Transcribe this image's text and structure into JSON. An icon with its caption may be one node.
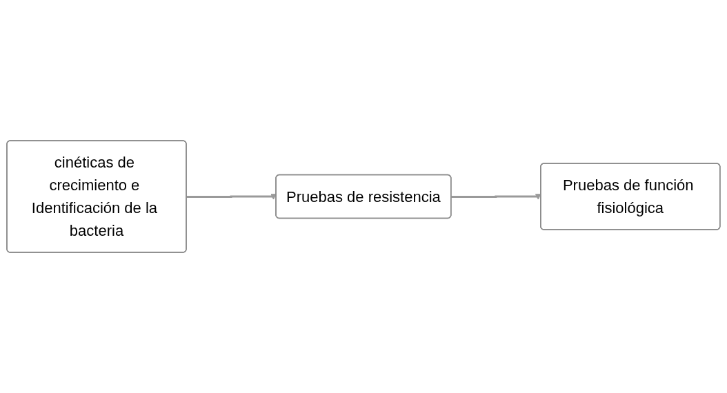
{
  "diagram": {
    "nodes": [
      {
        "text": [
          "cinéticas de crecimiento e Identificación de la bacteria"
        ]
      },
      {
        "text": [
          "Pruebas de resistencia"
        ]
      },
      {
        "text": [
          "Pruebas de función fisiológica"
        ]
      }
    ],
    "edges": [
      {
        "from": 0,
        "to": 1,
        "arrow": "to"
      },
      {
        "from": 1,
        "to": 2,
        "arrow": "to"
      }
    ]
  }
}
